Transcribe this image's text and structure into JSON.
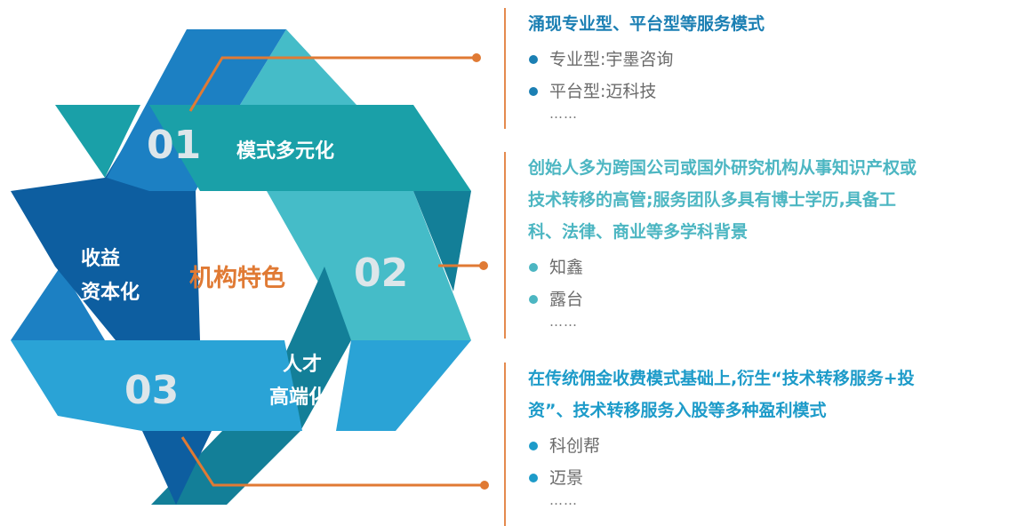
{
  "colors": {
    "dark_blue": "#0d5ea0",
    "mid_blue": "#1c80c3",
    "light_blue": "#2aa3d6",
    "teal": "#1aa0a8",
    "light_teal": "#45bcc8",
    "dark_teal": "#137f98",
    "connector_orange": "#e07a34",
    "number_fill": "#dde6ea"
  },
  "diagram": {
    "center_label": "机构特色",
    "sections": [
      {
        "number": "01",
        "label_lines": [
          "模式多元化"
        ]
      },
      {
        "number": "02",
        "label_lines": [
          "收益",
          "资本化"
        ]
      },
      {
        "number": "03",
        "label_lines": [
          "人才",
          "高端化"
        ]
      }
    ]
  },
  "panels": [
    {
      "heading_lines": [
        "涌现专业型、平台型等服务模式"
      ],
      "items": [
        "专业型:宇墨咨询",
        "平台型:迈科技"
      ],
      "more": "……"
    },
    {
      "heading_lines": [
        "创始人多为跨国公司或国外研究机构从事知识产权或",
        "技术转移的高管;服务团队多具有博士学历,具备工",
        "科、法律、商业等多学科背景"
      ],
      "items": [
        "知鑫",
        "露台"
      ],
      "more": "……"
    },
    {
      "heading_lines": [
        "在传统佣金收费模式基础上,衍生“技术转移服务+投",
        "资”、技术转移服务入股等多种盈利模式"
      ],
      "items": [
        "科创帮",
        "迈景"
      ],
      "more": "……"
    }
  ]
}
